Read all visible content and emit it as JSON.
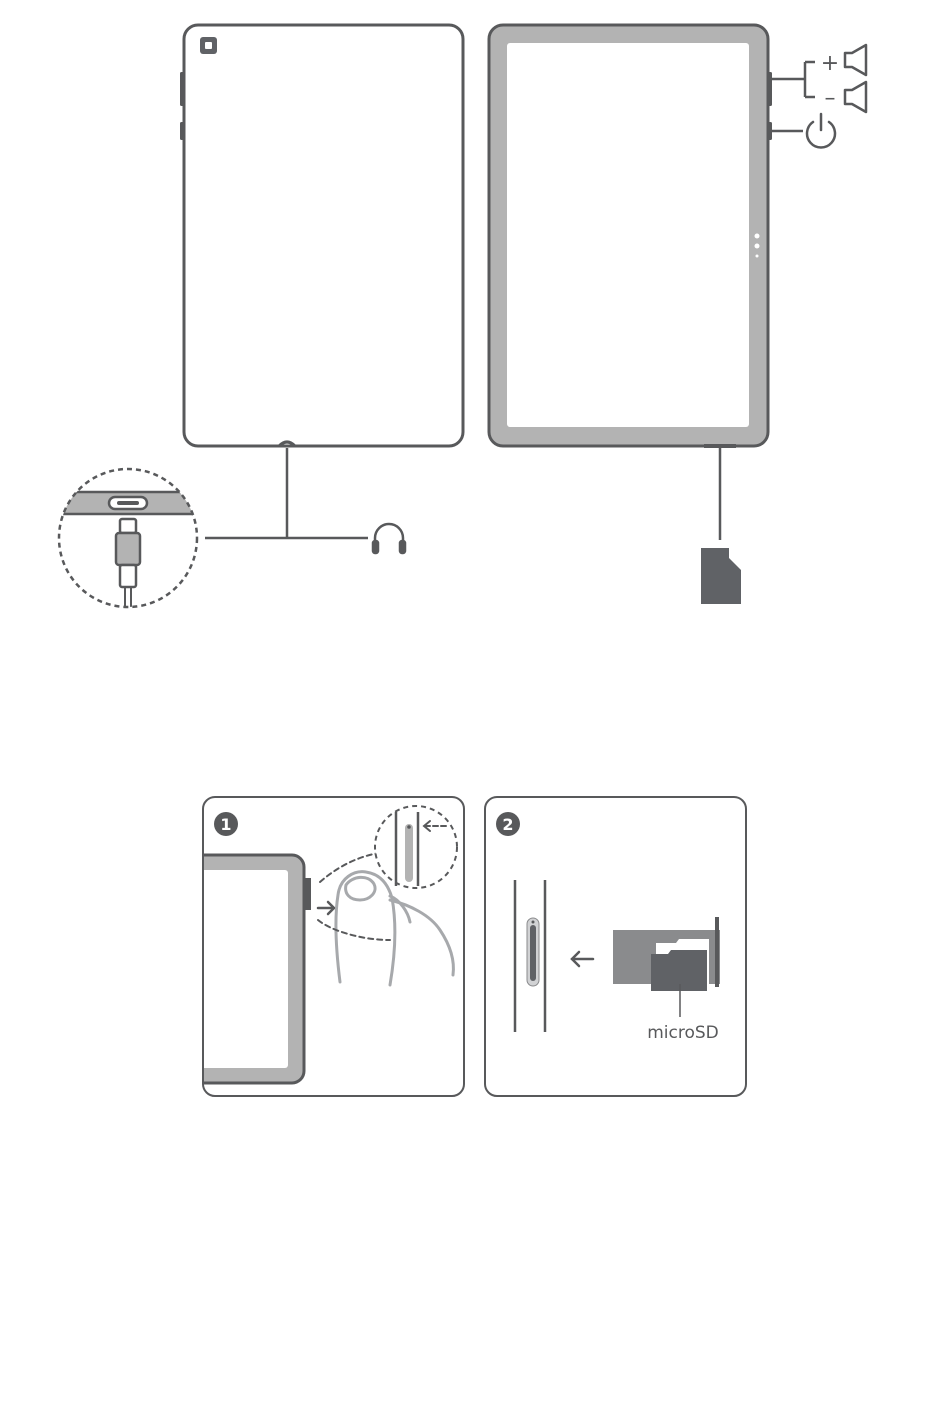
{
  "colors": {
    "outline": "#58595b",
    "frame": "#b3b3b3",
    "dark": "#606266",
    "mid": "#8a8b8d",
    "light": "#d1d2d4",
    "background": "#ffffff"
  },
  "top_diagram": {
    "volume_up_symbol": "+",
    "volume_down_symbol": "–"
  },
  "steps": [
    {
      "number": "1"
    },
    {
      "number": "2"
    }
  ],
  "card_label": "microSD"
}
